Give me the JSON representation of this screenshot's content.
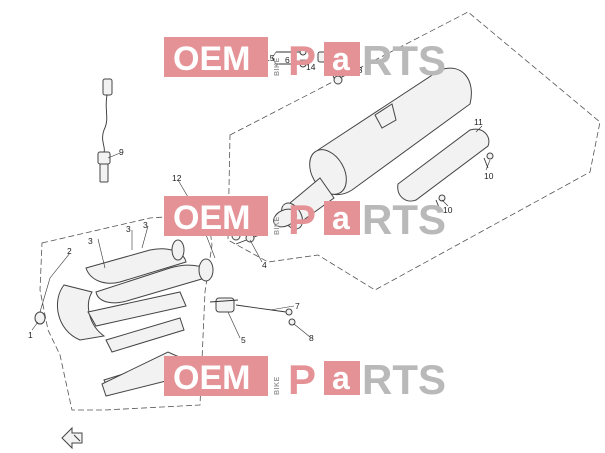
{
  "watermark": {
    "brand_left": "OEM",
    "brand_vertical": "BIKE",
    "brand_p": "P",
    "brand_a": "a",
    "brand_right": "RTS",
    "color_red": "#e59296",
    "color_gray": "#b9b9b9"
  },
  "callouts": {
    "c1": "1",
    "c2": "2",
    "c3a": "3",
    "c3b": "3",
    "c3c": "3",
    "c4": "4",
    "c5": "5",
    "c6": "6",
    "c7": "7",
    "c8": "8",
    "c9": "9",
    "c10a": "10",
    "c10b": "10",
    "c11": "11",
    "c12": "12",
    "c13": "13",
    "c14": "14",
    "c15": "15"
  },
  "icons": {
    "direction_arrow": "front-direction-arrow-icon"
  }
}
